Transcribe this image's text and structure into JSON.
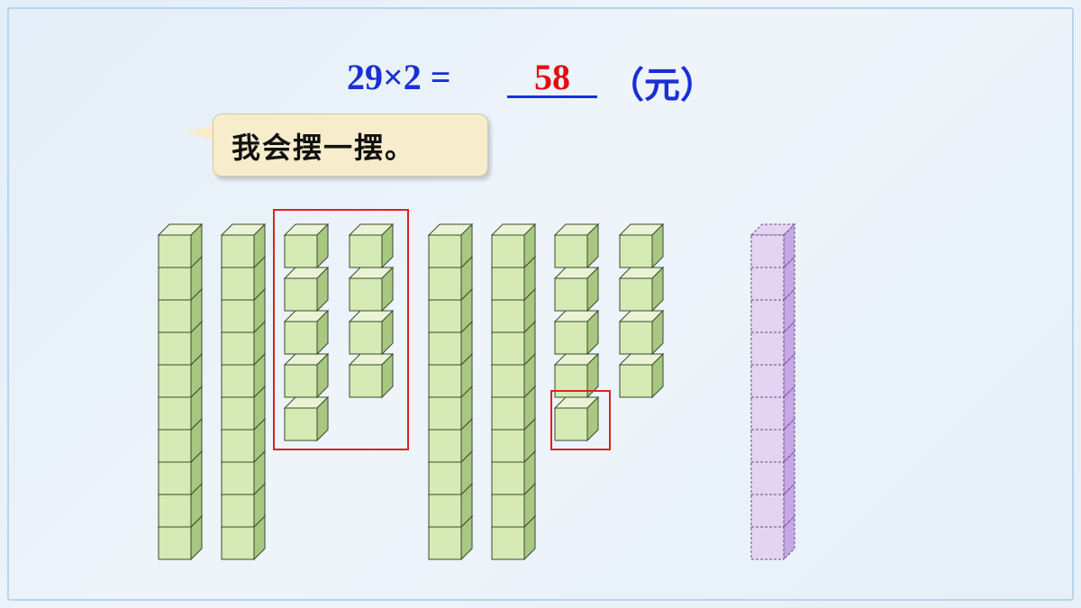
{
  "equation": {
    "lhs": "29×2 =",
    "answer": "58",
    "unit": "（元）"
  },
  "bubble": {
    "text": "我会摆一摆。"
  },
  "colors": {
    "block_front": "#d6eab5",
    "block_top": "#e9f4d6",
    "block_side": "#a8c882",
    "block_stroke": "#3a4a2a",
    "ten_front": "#e4d4f1",
    "ten_side": "#c5a9e2",
    "ten_stroke": "#6a4a8a",
    "highlight": "#e02020",
    "equation": "#1a2fd6",
    "answer": "#e01010"
  },
  "blocks": {
    "rods_group1": 2,
    "loose_group1_columns": [
      5,
      4
    ],
    "rods_group2": 2,
    "loose_group2_columns": [
      5,
      4
    ],
    "dashed_ten_rod": 1
  }
}
